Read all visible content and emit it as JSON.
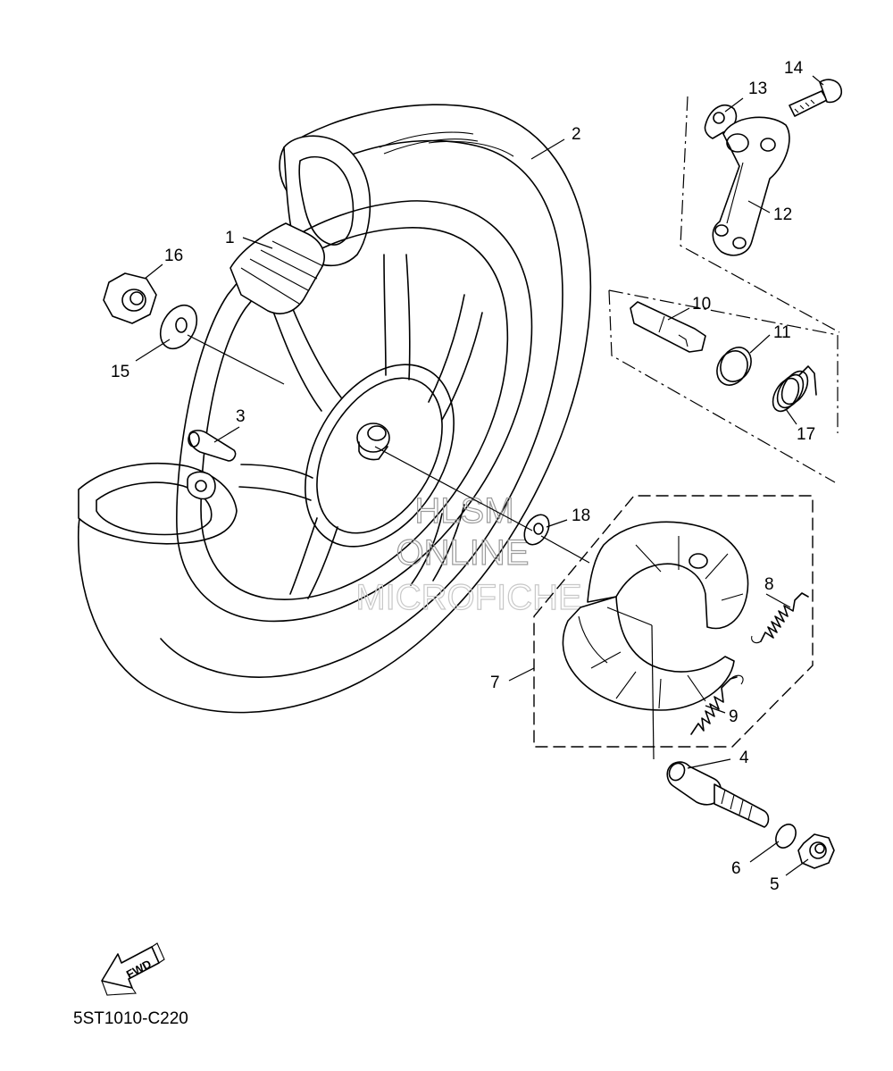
{
  "diagram_code": "5ST1010-C220",
  "fwd_label": "FWD",
  "watermark": {
    "line1": "HLSM",
    "line2": "ONLINE",
    "line3": "MICROFICHE"
  },
  "callouts": [
    {
      "id": "1",
      "label": "1"
    },
    {
      "id": "2",
      "label": "2"
    },
    {
      "id": "3",
      "label": "3"
    },
    {
      "id": "4",
      "label": "4"
    },
    {
      "id": "5",
      "label": "5"
    },
    {
      "id": "6",
      "label": "6"
    },
    {
      "id": "7",
      "label": "7"
    },
    {
      "id": "8",
      "label": "8"
    },
    {
      "id": "9",
      "label": "9"
    },
    {
      "id": "10",
      "label": "10"
    },
    {
      "id": "11",
      "label": "11"
    },
    {
      "id": "12",
      "label": "12"
    },
    {
      "id": "13",
      "label": "13"
    },
    {
      "id": "14",
      "label": "14"
    },
    {
      "id": "15",
      "label": "15"
    },
    {
      "id": "16",
      "label": "16"
    },
    {
      "id": "17",
      "label": "17"
    },
    {
      "id": "18",
      "label": "18"
    }
  ]
}
